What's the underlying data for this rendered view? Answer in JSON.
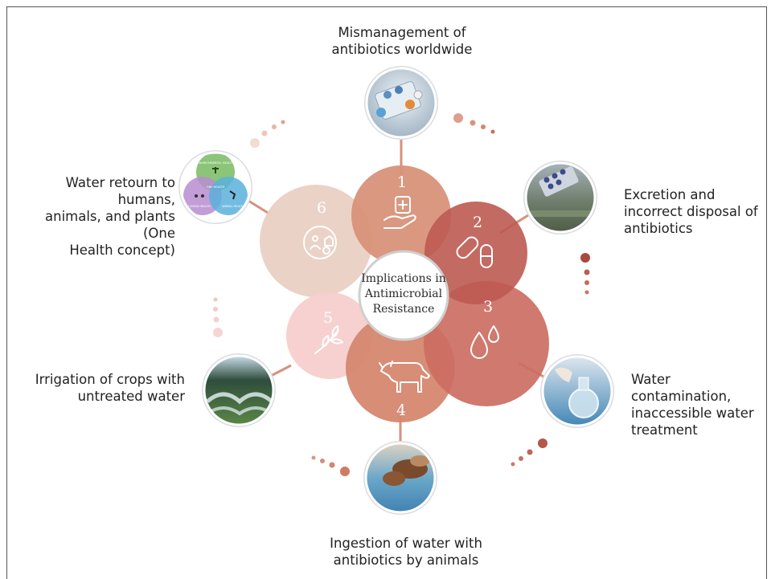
{
  "center": {
    "line1": "Implications in",
    "line2": "Antimicrobial",
    "line3": "Resistance"
  },
  "petals": [
    {
      "number": "1",
      "icon": "hand-medicine-icon",
      "color": "#d89279"
    },
    {
      "number": "2",
      "icon": "pills-icon",
      "color": "#bd5a51"
    },
    {
      "number": "3",
      "icon": "water-drops-icon",
      "color": "#cc6e62"
    },
    {
      "number": "4",
      "icon": "cow-icon",
      "color": "#d5876f"
    },
    {
      "number": "5",
      "icon": "olive-branch-icon",
      "color": "#f6cfcd"
    },
    {
      "number": "6",
      "icon": "human-animal-plant-icon",
      "color": "#ead0c3"
    }
  ],
  "labels": {
    "top": {
      "line1": "Mismanagement of",
      "line2": "antibiotics worldwide"
    },
    "right_top": {
      "line1": "Excretion and",
      "line2": "incorrect disposal of",
      "line3": "antibiotics"
    },
    "right_bottom": {
      "line1": "Water contamination,",
      "line2": "inaccessible water",
      "line3": "treatment"
    },
    "bottom": {
      "line1": "Ingestion of water with",
      "line2": "antibiotics by animals"
    },
    "left_bottom": {
      "line1": "Irrigation of crops with",
      "line2": "untreated water"
    },
    "left_top": {
      "line1": "Water retourn to humans,",
      "line2": "animals, and plants (One",
      "line3": "Health concept)"
    }
  },
  "one_health_venn": {
    "top": "ENVIRONMENTAL HEALTH",
    "center": "ONE HEALTH",
    "left": "HUMAN HEALTH",
    "right": "ANIMAL HEALTH"
  },
  "photos": {
    "top": "pills-photo",
    "right_top": "blister-pack-landscape-photo",
    "right_bottom": "water-sample-flask-photo",
    "bottom": "cows-drinking-water-photo",
    "left_bottom": "crop-irrigation-photo",
    "left_top": "one-health-venn-diagram"
  }
}
